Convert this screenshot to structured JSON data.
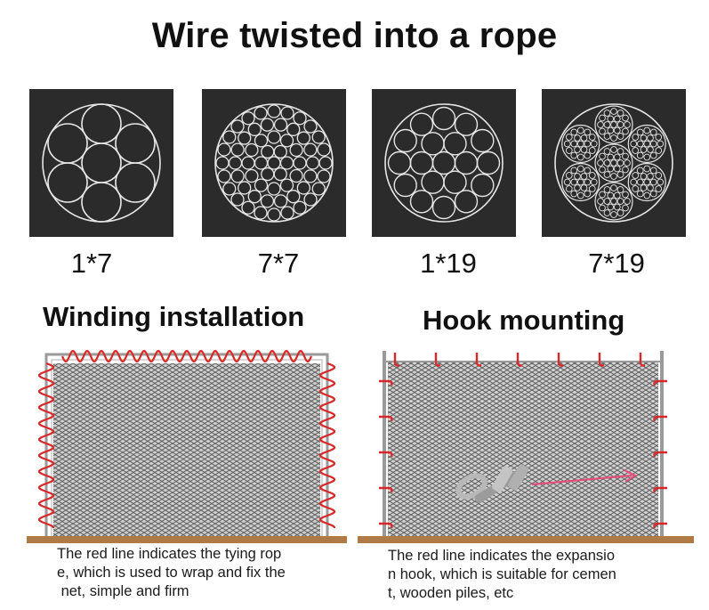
{
  "title": "Wire twisted into a rope",
  "rope_types": [
    {
      "label": "1*7"
    },
    {
      "label": "7*7"
    },
    {
      "label": "1*19"
    },
    {
      "label": "7*19"
    }
  ],
  "sections": [
    {
      "title": "Winding installation",
      "caption_lines": [
        "The red line indicates the tying rop",
        "e, which is used to wrap and fix the",
        " net, simple and firm"
      ]
    },
    {
      "title": "Hook mounting",
      "caption_lines": [
        "The red line indicates the expansio",
        "n hook, which is suitable for cemen",
        "t, wooden piles, etc"
      ]
    }
  ],
  "colors": {
    "tile_bg": "#2b2b2b",
    "wire": "#e6e6e6",
    "tying_rope": "#d8282a",
    "frame": "#9a9a9a",
    "ground": "#b07a45",
    "arrow": "#e0507a"
  }
}
